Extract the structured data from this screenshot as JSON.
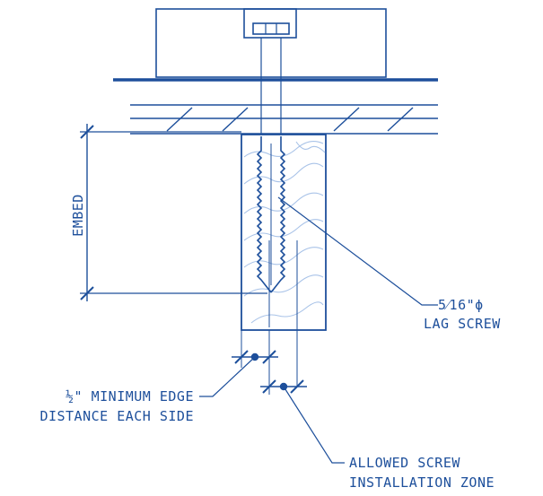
{
  "labels": {
    "embed": "EMBED",
    "screw_size": "5⁄16\"ϕ",
    "screw_type": "LAG SCREW",
    "edge_line1": "½\" MINIMUM EDGE",
    "edge_line2": "DISTANCE EACH SIDE",
    "zone_line1": "ALLOWED SCREW",
    "zone_line2": "INSTALLATION ZONE"
  },
  "colors": {
    "ink": "#1d4f9b",
    "grain": "#a9c3e8",
    "background": "#ffffff"
  }
}
